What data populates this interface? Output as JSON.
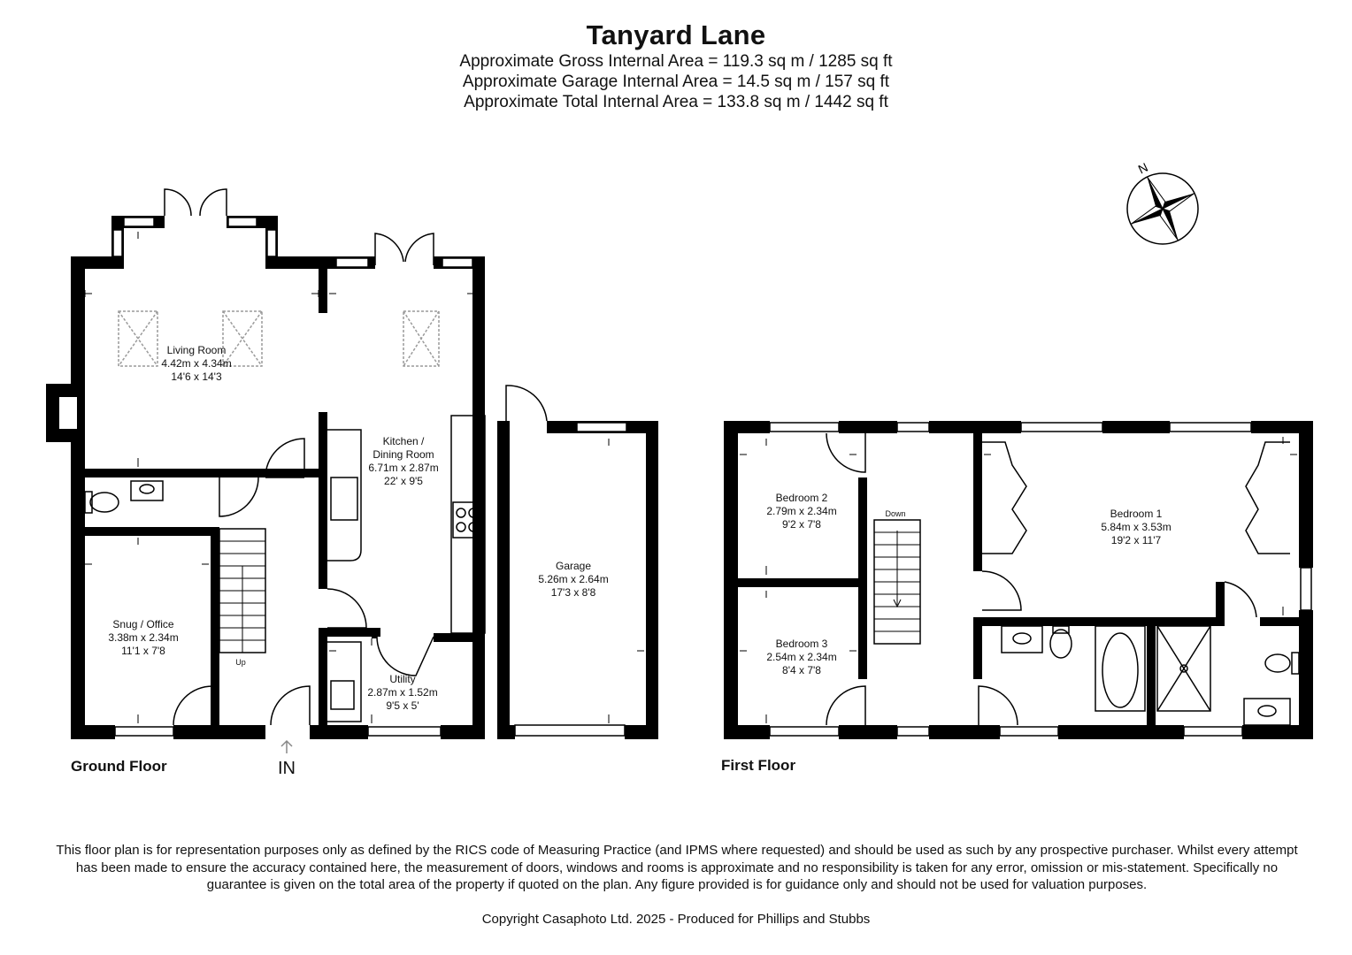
{
  "header": {
    "title": "Tanyard Lane",
    "gross_area": "Approximate Gross Internal Area = 119.3 sq m / 1285 sq ft",
    "garage_area": "Approximate Garage Internal Area = 14.5 sq m / 157 sq ft",
    "total_area": "Approximate Total Internal Area = 133.8 sq m / 1442 sq ft"
  },
  "compass": {
    "north_label": "N"
  },
  "ground_floor": {
    "label": "Ground Floor",
    "entrance_label": "IN",
    "stairs_label": "Up",
    "rooms": {
      "living": {
        "name": "Living Room",
        "metric": "4.42m x 4.34m",
        "imperial": "14'6 x 14'3"
      },
      "kitchen": {
        "name": "Kitchen /",
        "name2": "Dining Room",
        "metric": "6.71m x 2.87m",
        "imperial": "22' x 9'5"
      },
      "garage": {
        "name": "Garage",
        "metric": "5.26m x 2.64m",
        "imperial": "17'3 x 8'8"
      },
      "snug": {
        "name": "Snug / Office",
        "metric": "3.38m x 2.34m",
        "imperial": "11'1 x 7'8"
      },
      "utility": {
        "name": "Utility",
        "metric": "2.87m x 1.52m",
        "imperial": "9'5 x 5'"
      }
    }
  },
  "first_floor": {
    "label": "First Floor",
    "stairs_label": "Down",
    "rooms": {
      "bed2": {
        "name": "Bedroom 2",
        "metric": "2.79m x 2.34m",
        "imperial": "9'2 x 7'8"
      },
      "bed3": {
        "name": "Bedroom 3",
        "metric": "2.54m x 2.34m",
        "imperial": "8'4 x 7'8"
      },
      "bed1": {
        "name": "Bedroom 1",
        "metric": "5.84m x 3.53m",
        "imperial": "19'2 x 11'7"
      }
    }
  },
  "footer": {
    "disclaimer": "This floor plan is for representation purposes only as defined by the RICS code of Measuring Practice (and IPMS where requested) and should be used as such by any prospective purchaser. Whilst every attempt has been made to ensure the accuracy contained here, the measurement of doors, windows and rooms is approximate and no responsibility is taken for any error, omission or mis-statement. Specifically no guarantee is given on the total area of the property if quoted on the plan. Any figure provided is for guidance only and should not be used for valuation purposes.",
    "copyright": "Copyright Casaphoto Ltd. 2025 - Produced for Phillips and Stubbs"
  },
  "colors": {
    "wall": "#000000",
    "fixture_line": "#555555",
    "skylight": "#9a9a9a"
  }
}
